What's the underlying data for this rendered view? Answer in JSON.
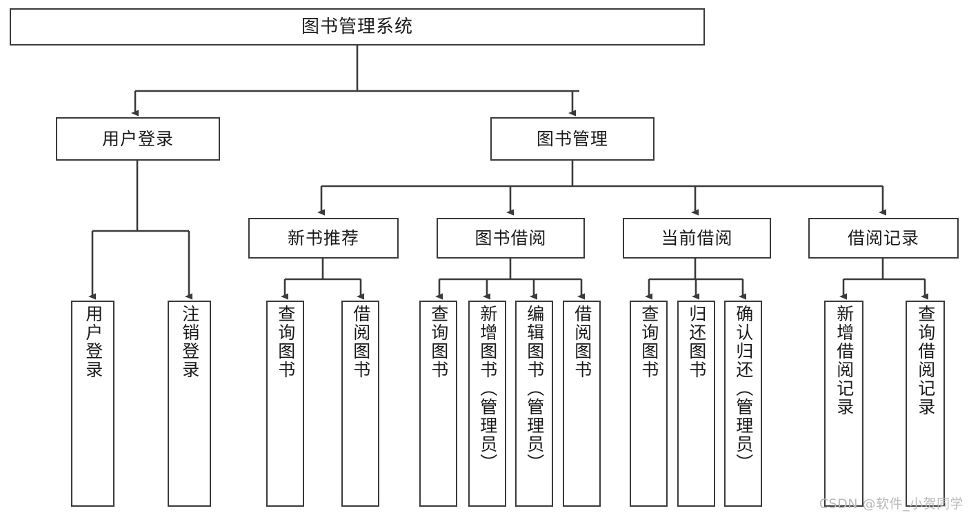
{
  "diagram": {
    "type": "tree",
    "title_node": {
      "label": "图书管理系统"
    },
    "level2": [
      {
        "label": "用户登录"
      },
      {
        "label": "图书管理"
      }
    ],
    "level3": [
      {
        "label": "新书推荐"
      },
      {
        "label": "图书借阅"
      },
      {
        "label": "当前借阅"
      },
      {
        "label": "借阅记录"
      }
    ],
    "leaves": {
      "user_login": [
        {
          "label": "用户登录"
        },
        {
          "label": "注销登录"
        }
      ],
      "new_book_recommend": [
        {
          "label": "查询图书"
        },
        {
          "label": "借阅图书"
        }
      ],
      "book_borrow": [
        {
          "label": "查询图书"
        },
        {
          "label": "新增图书（管理员）"
        },
        {
          "label": "编辑图书（管理员）"
        },
        {
          "label": "借阅图书"
        }
      ],
      "current_borrow": [
        {
          "label": "查询图书"
        },
        {
          "label": "归还图书"
        },
        {
          "label": "确认归还（管理员）"
        }
      ],
      "borrow_record": [
        {
          "label": "新增借阅记录"
        },
        {
          "label": "查询借阅记录"
        }
      ]
    },
    "watermark": "CSDN @软件_小贺同学",
    "colors": {
      "stroke": "#3a3a3a",
      "background": "#ffffff",
      "text": "#1a1a1a",
      "watermark": "#b9b9b9"
    }
  }
}
